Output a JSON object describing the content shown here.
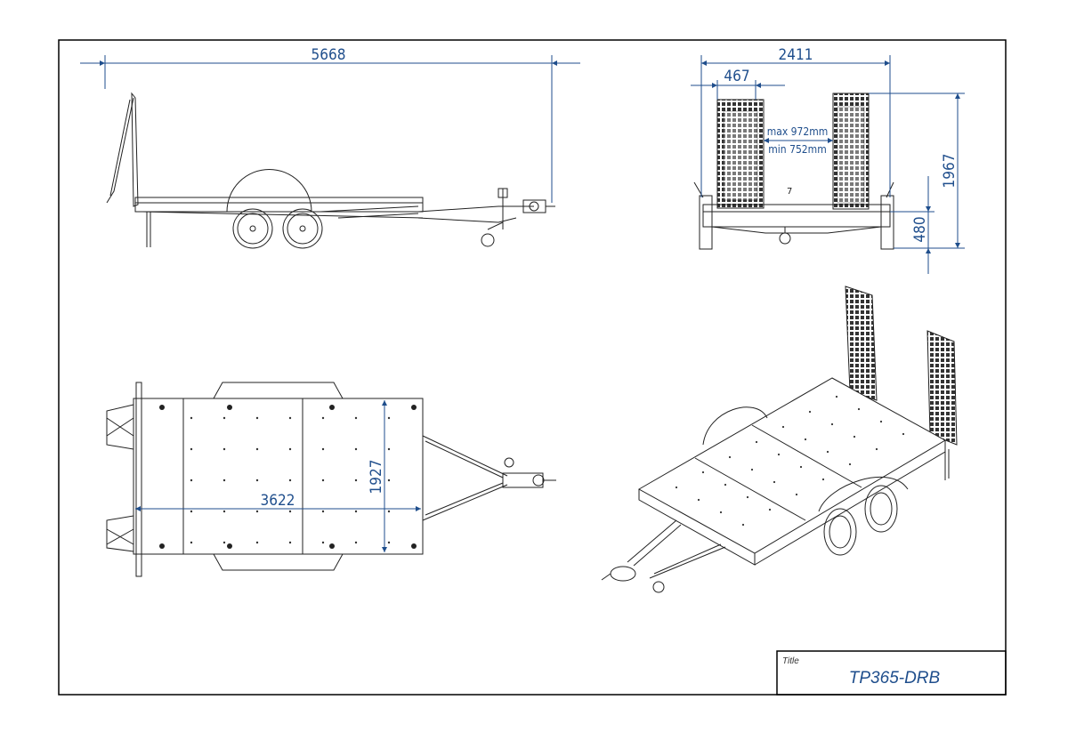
{
  "dimensions": {
    "overall_length": "5668",
    "overall_width": "2411",
    "ramp_width": "467",
    "ramp_gap_max": "max 972mm",
    "ramp_gap_min": "min 752mm",
    "overall_height": "1967",
    "deck_height": "480",
    "deck_length": "3622",
    "deck_width": "1927"
  },
  "title_block": {
    "label": "Title",
    "value": "TP365-DRB"
  },
  "colors": {
    "dimension": "#1f4e8c",
    "linework": "#222222",
    "frame": "#000000"
  }
}
